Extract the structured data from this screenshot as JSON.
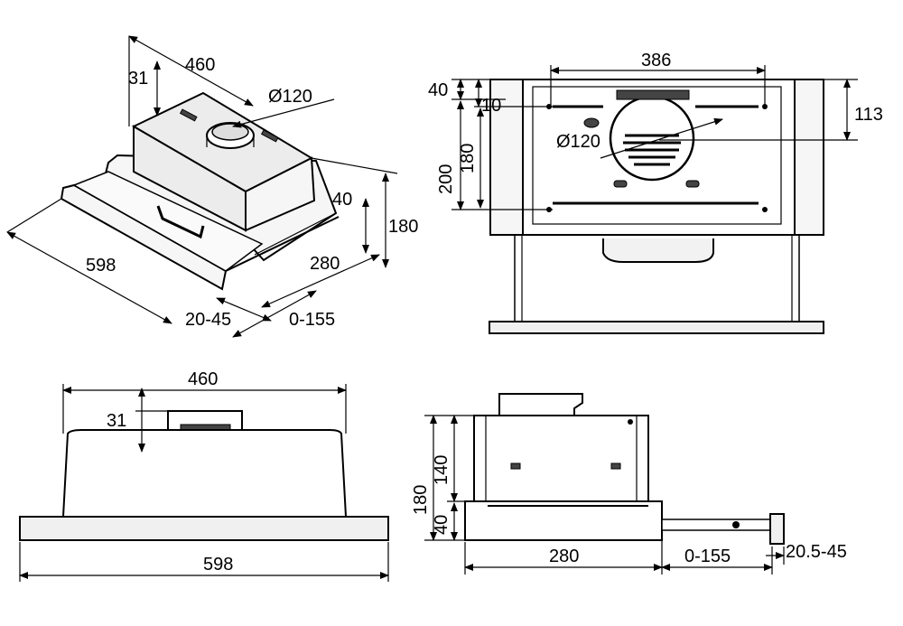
{
  "iso_view": {
    "dims": {
      "d460": "460",
      "d31": "31",
      "d120": "Ø120",
      "d40": "40",
      "d180": "180",
      "d598": "598",
      "d280": "280",
      "d2045": "20-45",
      "d0155": "0-155"
    }
  },
  "rear_view": {
    "dims": {
      "d386": "386",
      "d40": "40",
      "d10": "10",
      "d113": "113",
      "d180": "180",
      "d200": "200",
      "d120": "Ø120"
    }
  },
  "front_view": {
    "dims": {
      "d460": "460",
      "d31": "31",
      "d598": "598"
    }
  },
  "side_view": {
    "dims": {
      "d180": "180",
      "d140": "140",
      "d40": "40",
      "d280": "280",
      "d0155": "0-155",
      "d2055": "20.5-45"
    }
  }
}
